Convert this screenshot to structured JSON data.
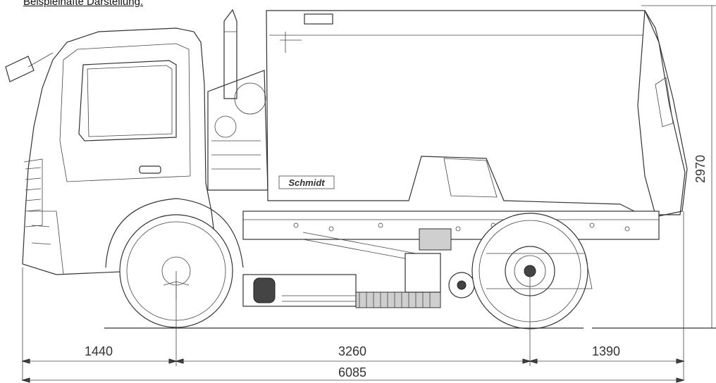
{
  "caption": "Beispielhafte Darstellung.",
  "logo_text": "Schmidt",
  "dimensions": {
    "front_overhang": "1440",
    "wheelbase": "3260",
    "rear_overhang": "1390",
    "overall_length": "6085",
    "overall_height": "2970"
  }
}
